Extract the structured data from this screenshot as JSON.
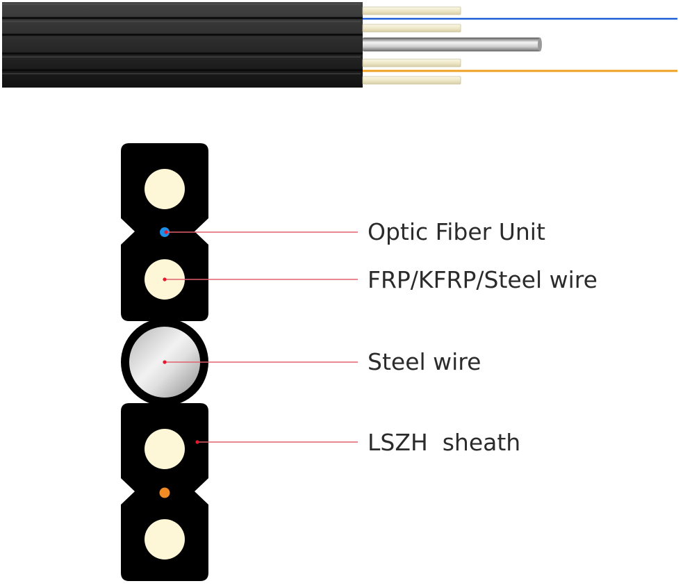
{
  "labels": {
    "optic_fiber_unit": "Optic Fiber Unit",
    "frp_wire": "FRP/KFRP/Steel wire",
    "steel_wire": "Steel wire",
    "lszh_sheath": "LSZH  sheath"
  },
  "colors": {
    "sheath": "#000000",
    "strength_member": "#fdf7d7",
    "steel_wire": "#c8c8c8",
    "fiber_blue": "#1e90ff",
    "fiber_orange": "#f08a24",
    "callout_line": "#e0606e",
    "callout_dot": "#e8182c",
    "label_text": "#2b2b2b"
  }
}
